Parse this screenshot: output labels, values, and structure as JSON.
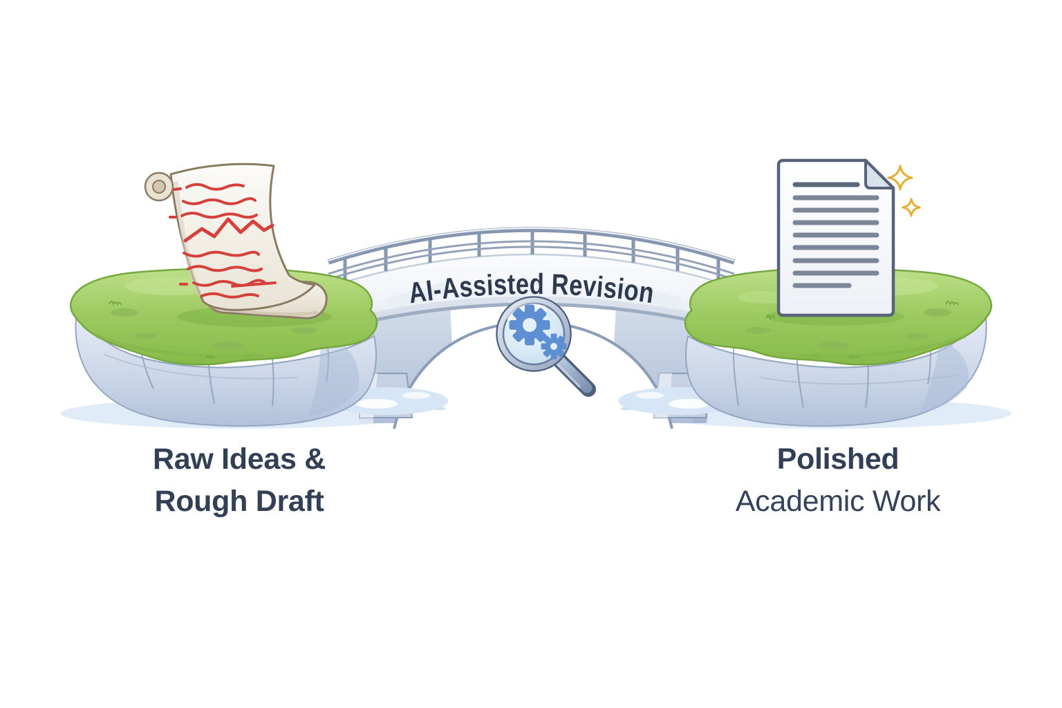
{
  "illustration": {
    "bridge": {
      "label": "AI-Assisted Revision"
    },
    "left_platform": {
      "caption_line1": "Raw Ideas &",
      "caption_line2": "Rough Draft"
    },
    "right_platform": {
      "caption_line1": "Polished",
      "caption_line2": "Academic Work"
    }
  },
  "icons": {
    "left": "rough-draft-scroll-icon",
    "right": "polished-document-icon",
    "center": "magnifier-gears-icon",
    "accents": "sparkle-icon"
  },
  "colors": {
    "background": "#ffffff",
    "caption_text": "#333f54",
    "bridge_text": "#2e3950",
    "grass_green": "#96c455",
    "grass_edge": "#74a83e",
    "cliff_blue": "#c2cfe2",
    "bridge_face": "#f3f6fa",
    "railing_gray": "#8696ae",
    "draft_ink_red": "#d5413a",
    "doc_line_gray": "#7b8798",
    "doc_border": "#57637a",
    "gear_blue": "#5e8fd2",
    "sparkle_gold": "#e4af36",
    "water_blue": "#d6e6f6"
  }
}
